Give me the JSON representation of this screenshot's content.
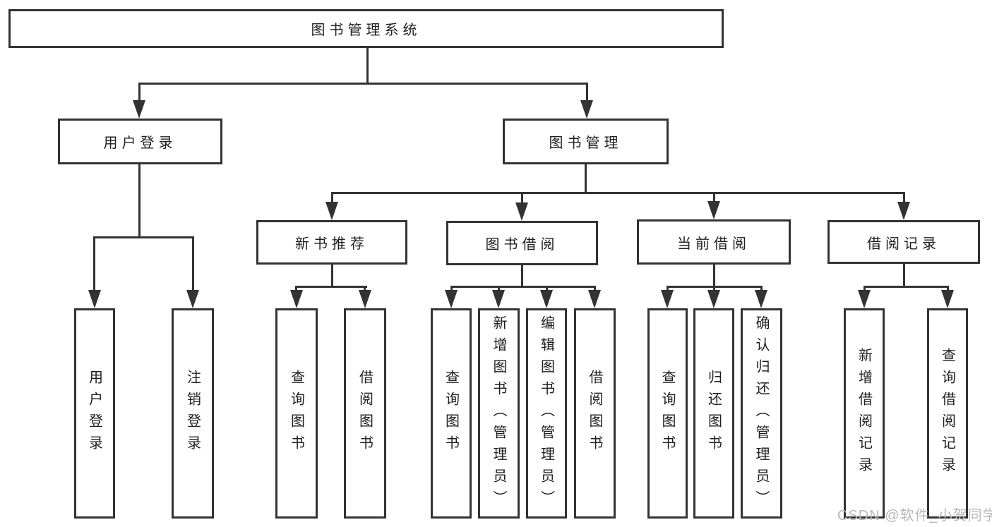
{
  "diagram": {
    "root": {
      "label": "图书管理系统"
    },
    "level2": [
      {
        "label": "用户登录"
      },
      {
        "label": "图书管理"
      }
    ],
    "level3": [
      {
        "label": "新书推荐"
      },
      {
        "label": "图书借阅"
      },
      {
        "label": "当前借阅"
      },
      {
        "label": "借阅记录"
      }
    ],
    "leaves": {
      "user_login": [
        "用户登录",
        "注销登录"
      ],
      "new_book": [
        "查询图书",
        "借阅图书"
      ],
      "book_borrow": [
        "查询图书",
        "新增图书（管理员）",
        "编辑图书（管理员）",
        "借阅图书"
      ],
      "current_borrow": [
        "查询图书",
        "归还图书",
        "确认归还（管理员）"
      ],
      "borrow_record": [
        "新增借阅记录",
        "查询借阅记录"
      ]
    }
  },
  "watermark": {
    "text": "CSDN @软件_小贺同学"
  },
  "colors": {
    "line": "#333333",
    "text": "#1f1f1f",
    "watermark": "#b8b8b8",
    "background": "#ffffff"
  }
}
